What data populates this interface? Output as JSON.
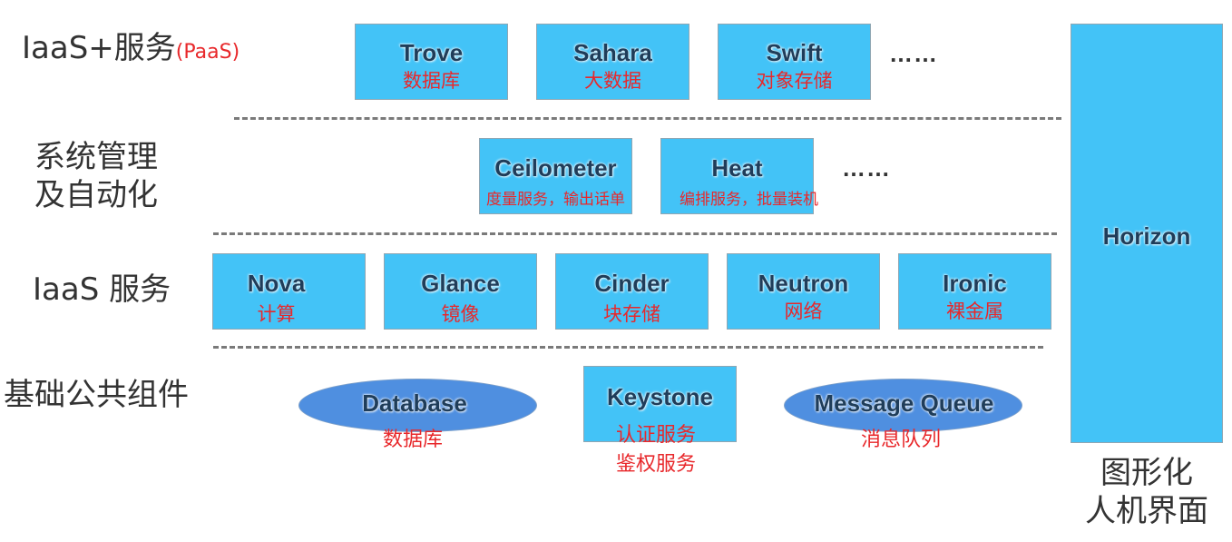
{
  "layers": {
    "paas": {
      "label": "IaaS+服务",
      "note": "(PaaS)",
      "services": [
        {
          "name": "Trove",
          "desc": "数据库"
        },
        {
          "name": "Sahara",
          "desc": "大数据"
        },
        {
          "name": "Swift",
          "desc": "对象存储"
        }
      ],
      "more": "……"
    },
    "management": {
      "label_line1": "系统管理",
      "label_line2": "及自动化",
      "services": [
        {
          "name": "Ceilometer",
          "desc": "度量服务，输出话单"
        },
        {
          "name": "Heat",
          "desc": "编排服务，批量装机"
        }
      ],
      "more": "……"
    },
    "iaas": {
      "label": "IaaS 服务",
      "services": [
        {
          "name": "Nova",
          "desc": "计算"
        },
        {
          "name": "Glance",
          "desc": "镜像"
        },
        {
          "name": "Cinder",
          "desc": "块存储"
        },
        {
          "name": "Neutron",
          "desc": "网络"
        },
        {
          "name": "Ironic",
          "desc": "裸金属"
        }
      ]
    },
    "common": {
      "label": "基础公共组件",
      "database": {
        "name": "Database",
        "desc": "数据库"
      },
      "keystone": {
        "name": "Keystone",
        "desc_line1": "认证服务",
        "desc_line2": "鉴权服务"
      },
      "mq": {
        "name": "Message Queue",
        "desc": "消息队列"
      }
    }
  },
  "horizon": {
    "name": "Horizon",
    "caption_line1": "图形化",
    "caption_line2": "人机界面"
  },
  "colors": {
    "box_fill": "#43c3f7",
    "ellipse_fill": "#4f8fe0",
    "name_text": "#1f3d5a",
    "desc_text": "#e8282b",
    "label_text": "#333333",
    "separator": "#7a7a7a"
  }
}
